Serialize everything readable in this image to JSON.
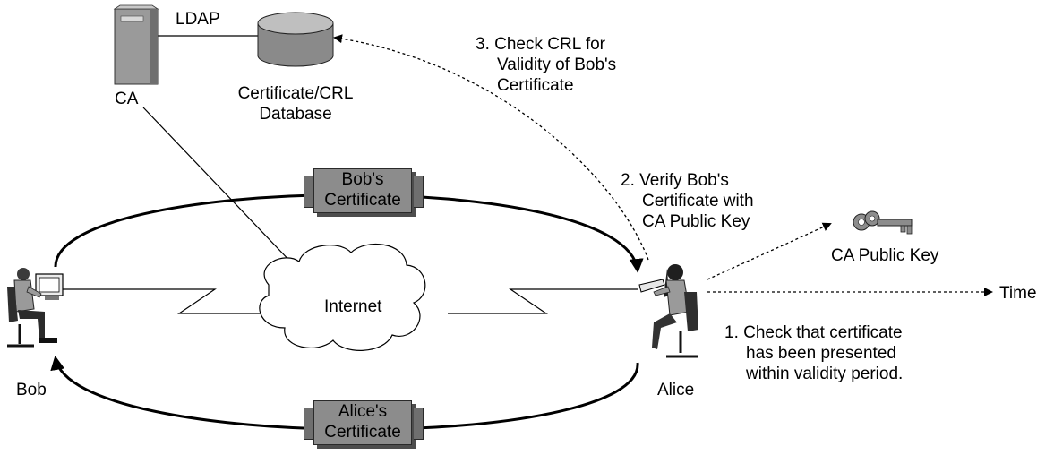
{
  "labels": {
    "ca": "CA",
    "ldap": "LDAP",
    "database_line1": "Certificate/CRL",
    "database_line2": "Database",
    "internet": "Internet",
    "bob": "Bob",
    "alice": "Alice",
    "time": "Time",
    "ca_public_key": "CA Public Key"
  },
  "certificates": {
    "bob_line1": "Bob's",
    "bob_line2": "Certificate",
    "alice_line1": "Alice's",
    "alice_line2": "Certificate"
  },
  "steps": {
    "step1": [
      "1.  Check that certificate",
      "has been presented",
      "within validity period."
    ],
    "step2": [
      "2.  Verify Bob's",
      "Certificate with",
      "CA Public Key"
    ],
    "step3": [
      "3.  Check CRL for",
      "Validity of Bob's",
      "Certificate"
    ]
  },
  "colors": {
    "box_fill": "#8c8c8c",
    "server_fill": "#9a9a9a",
    "line": "#000000"
  },
  "icons": [
    "server-icon",
    "database-icon",
    "cloud-icon",
    "bob-person-icon",
    "alice-person-icon",
    "key-icon"
  ]
}
